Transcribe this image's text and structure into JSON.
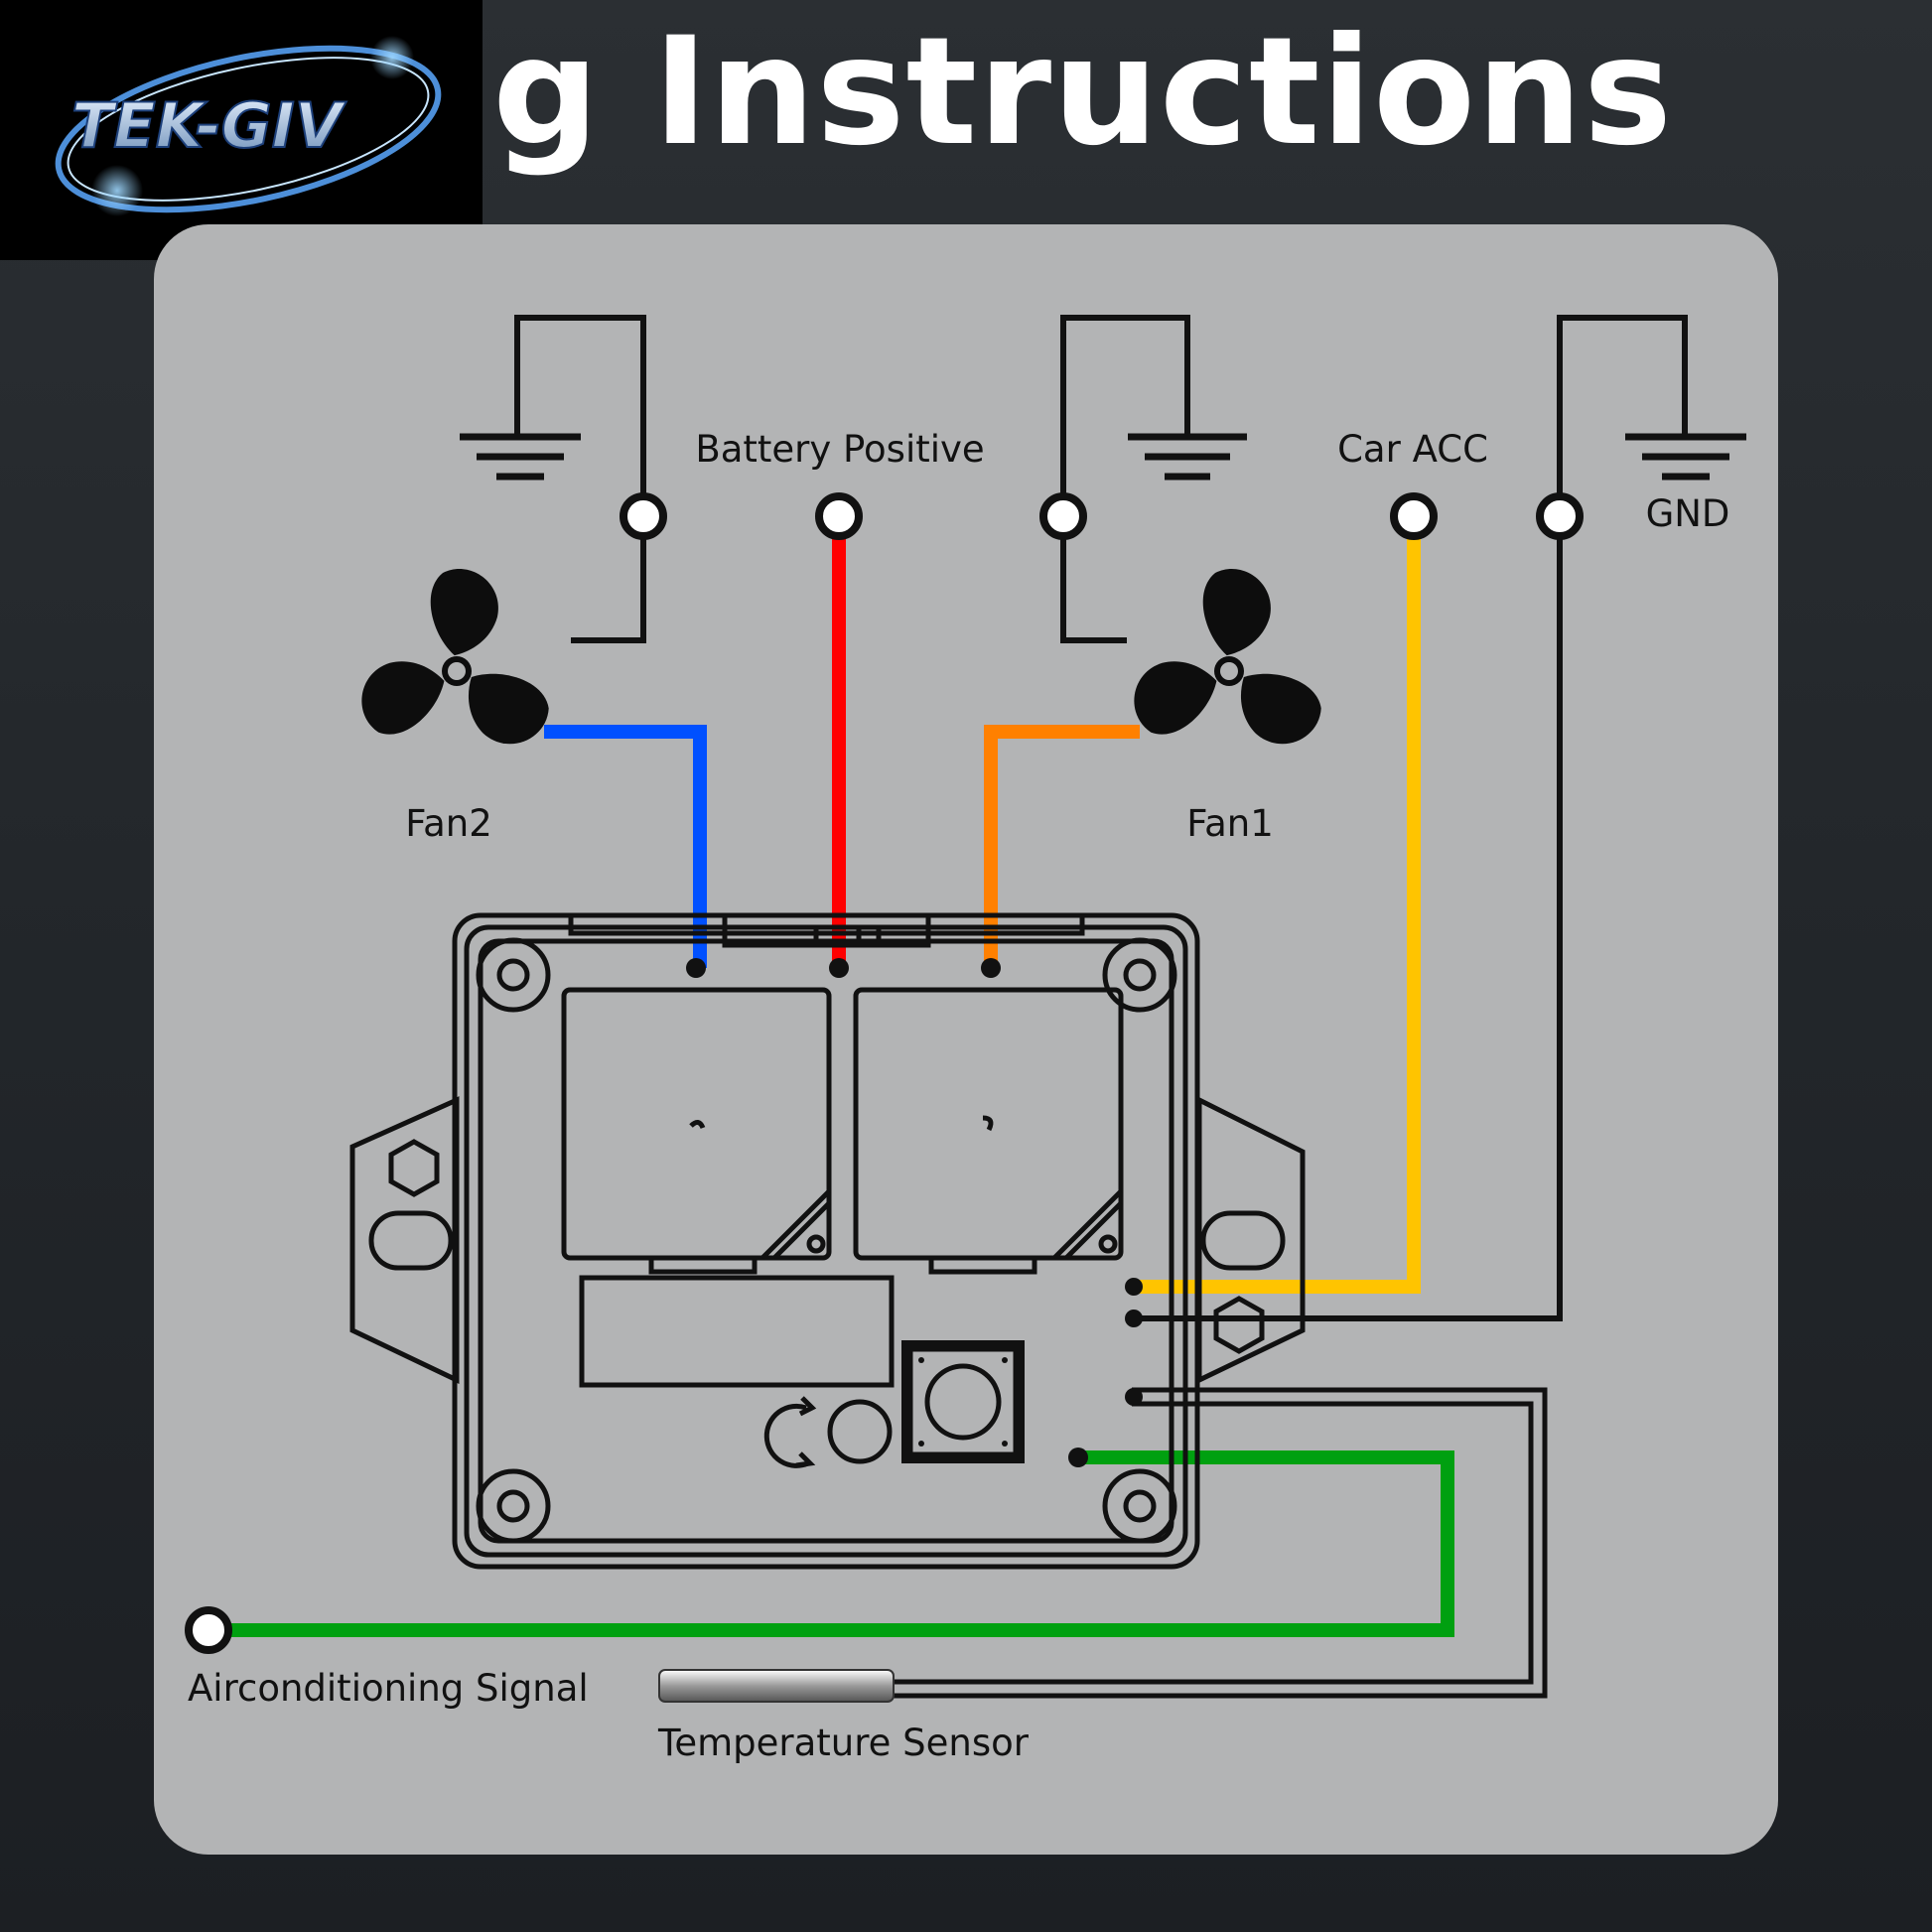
{
  "header": {
    "title": "ring Instructions",
    "logo_text": "TEK-GIV"
  },
  "labels": {
    "battery_positive": "Battery Positive",
    "car_acc": "Car ACC",
    "gnd": "GND",
    "fan2": "Fan2",
    "fan1": "Fan1",
    "aircon_signal": "Airconditioning Signal",
    "temp_sensor": "Temperature Sensor"
  },
  "colors": {
    "panel": "#b3b4b5",
    "battery_wire": "#ff0000",
    "fan2_wire": "#0050ff",
    "fan1_wire": "#ff8000",
    "acc_wire": "#ffc400",
    "signal_wire": "#00a010",
    "line": "#111111"
  }
}
